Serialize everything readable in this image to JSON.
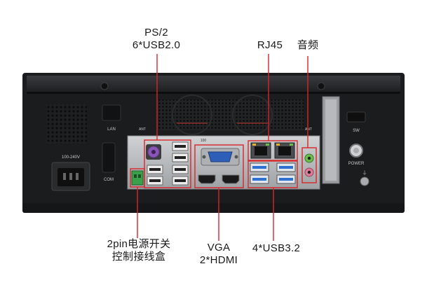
{
  "callouts": {
    "ps2_line1": "PS/2",
    "ps2_line2": "6*USB2.0",
    "rj45": "RJ45",
    "audio": "音频",
    "power_pin_line1": "2pin电源开关",
    "power_pin_line2": "控制接线盒",
    "vga_line1": "VGA",
    "vga_line2": "2*HDMI",
    "usb32": "4*USB3.2"
  },
  "panel_text": {
    "lan": "LAN",
    "ant_left": "ANT",
    "ant_right": "ANT",
    "voltage": "100-240V",
    "com": "COM",
    "sw": "SW",
    "power": "POWER",
    "port_num": "100"
  },
  "colors": {
    "callout_red": "#d9252b",
    "chassis": "#1b1c1e",
    "io_plate": "#b9bbbe",
    "usb3_blue": "#2f6fd0",
    "audio_green": "#6bbf4a",
    "audio_pink": "#e07a9a"
  }
}
